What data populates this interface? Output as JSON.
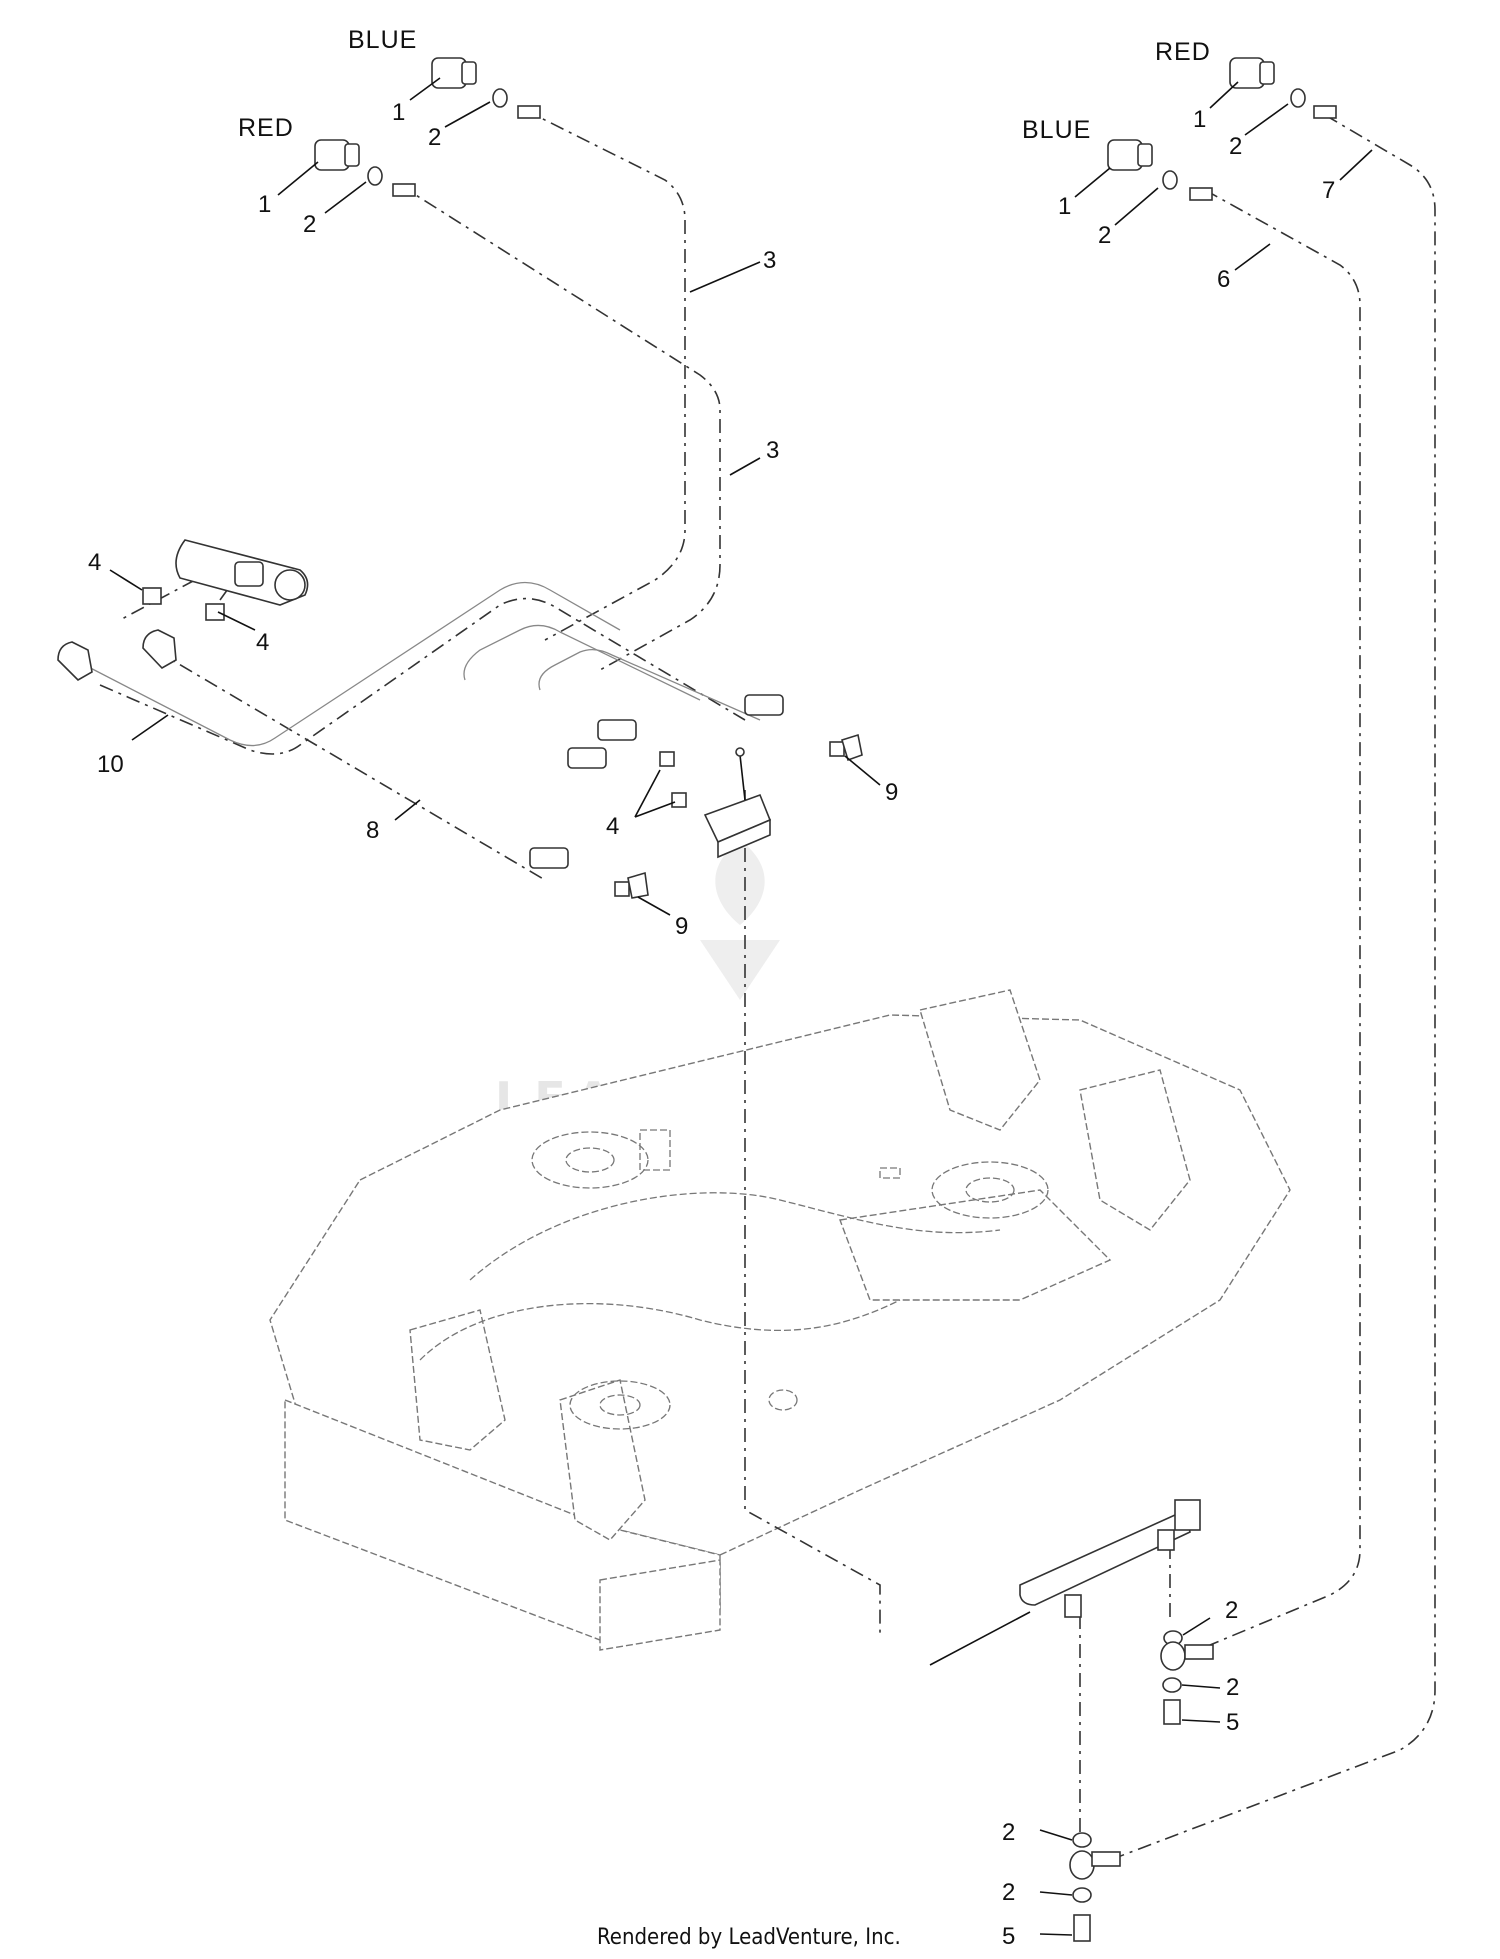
{
  "color_labels": {
    "blue_left": "BLUE",
    "red_left": "RED",
    "red_right": "RED",
    "blue_right": "BLUE"
  },
  "callouts": {
    "c1a": "1",
    "c2a": "2",
    "c1b": "1",
    "c2b": "2",
    "c1c": "1",
    "c2c": "2",
    "c7": "7",
    "c1d": "1",
    "c2d": "2",
    "c6": "6",
    "c3a": "3",
    "c3b": "3",
    "c4a": "4",
    "c4b": "4",
    "c4c": "4",
    "c10": "10",
    "c8": "8",
    "c9a": "9",
    "c9b": "9",
    "c2e": "2",
    "c2f": "2",
    "c5a": "5",
    "c2g": "2",
    "c2h": "2",
    "c5b": "5"
  },
  "watermark": "LEADVENTURE",
  "footer": "Rendered by LeadVenture, Inc."
}
